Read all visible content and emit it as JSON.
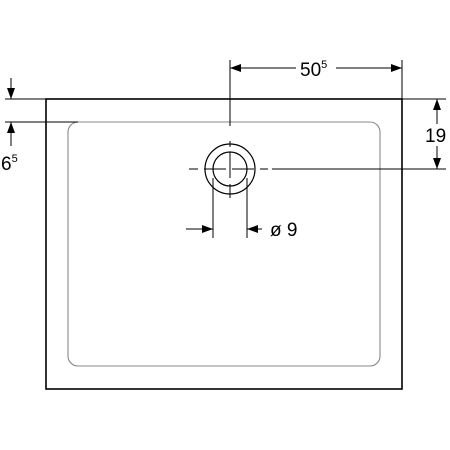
{
  "dimensions": {
    "width_main": "50",
    "width_sup": "5",
    "depth_from_edge": "19",
    "drain_diameter": "ø 9",
    "rim_main": "6",
    "rim_sup": "5"
  },
  "colors": {
    "line": "#000000",
    "inner_outline": "#888888",
    "background": "#ffffff"
  }
}
